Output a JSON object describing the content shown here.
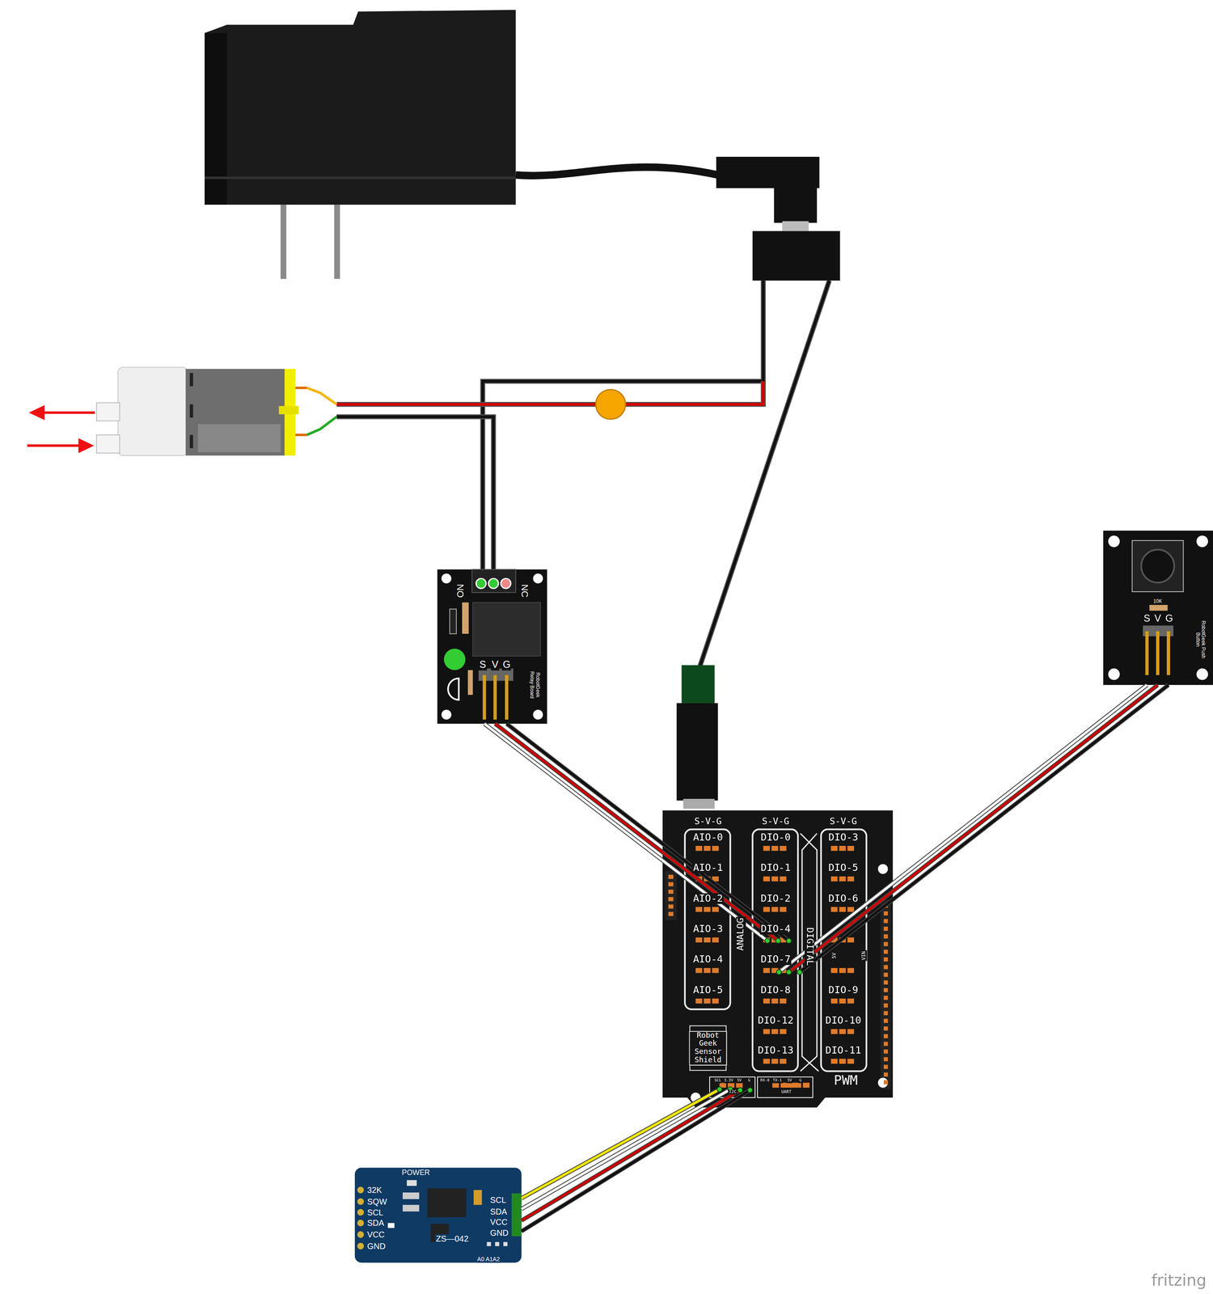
{
  "diagram": {
    "nodes": [
      {
        "text": [
          "NO",
          "NC",
          "S",
          "V",
          "G",
          "RobotGeek Relay Board"
        ]
      },
      {
        "text": [
          "10K",
          "S",
          "V",
          "G",
          "RobotGeek Push Button"
        ]
      },
      {
        "text": [
          "S-V-G",
          "S-V-G",
          "S-V-G",
          "AIO-0",
          "AIO-1",
          "AIO-2",
          "AIO-3",
          "AIO-4",
          "AIO-5",
          "ANALOG",
          "DIO-0",
          "DIO-1",
          "DIO-2",
          "DIO-4",
          "DIO-7",
          "DIO-8",
          "DIO-12",
          "DIO-13",
          "DIGITAL",
          "DIO-3",
          "DIO-5",
          "DIO-6",
          "5V",
          "VIN",
          "DIO-9",
          "DIO-10",
          "DIO-11",
          "PWM",
          "Robot Geek Sensor Shield",
          "SCL",
          "3.3V",
          "5V",
          "G",
          "I2C",
          "RX-0",
          "TX-1",
          "5V",
          "G",
          "UART"
        ]
      },
      {
        "text": [
          "POWER",
          "32K",
          "SQW",
          "SCL",
          "SDA",
          "VCC",
          "GND",
          "ZS—042",
          "A0 A1A2",
          "SCL",
          "SDA",
          "VCC",
          "GND"
        ]
      }
    ],
    "edges": [
      {
        "from": 0,
        "to": 2,
        "arrow": "none"
      },
      {
        "from": 0,
        "to": 2,
        "arrow": "none"
      },
      {
        "from": 0,
        "to": 2,
        "arrow": "none"
      },
      {
        "from": 1,
        "to": 2,
        "arrow": "none"
      },
      {
        "from": 1,
        "to": 2,
        "arrow": "none"
      },
      {
        "from": 1,
        "to": 2,
        "arrow": "none"
      },
      {
        "from": 3,
        "to": 2,
        "arrow": "none"
      },
      {
        "from": 3,
        "to": 2,
        "arrow": "none"
      },
      {
        "from": 3,
        "to": 2,
        "arrow": "none"
      },
      {
        "from": 3,
        "to": 2,
        "arrow": "none"
      }
    ],
    "labels": [
      "fritzing"
    ]
  }
}
